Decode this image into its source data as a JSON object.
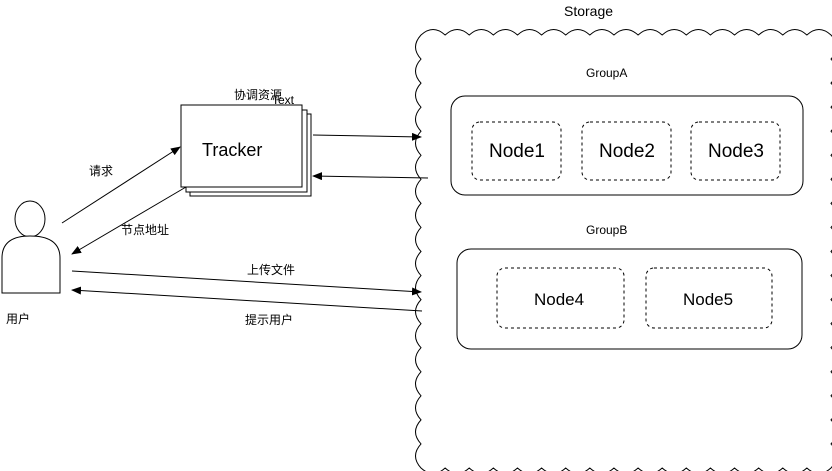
{
  "storage": {
    "title": "Storage",
    "groups": [
      {
        "label": "GroupA",
        "nodes": [
          "Node1",
          "Node2",
          "Node3"
        ]
      },
      {
        "label": "GroupB",
        "nodes": [
          "Node4",
          "Node5"
        ]
      }
    ]
  },
  "tracker": {
    "label": "Tracker",
    "overlay_text": "Text",
    "coord_label": "协调资源"
  },
  "user": {
    "label": "用户"
  },
  "edges": {
    "request": "请求",
    "node_address": "节点地址",
    "upload_file": "上传文件",
    "notify_user": "提示用户"
  }
}
